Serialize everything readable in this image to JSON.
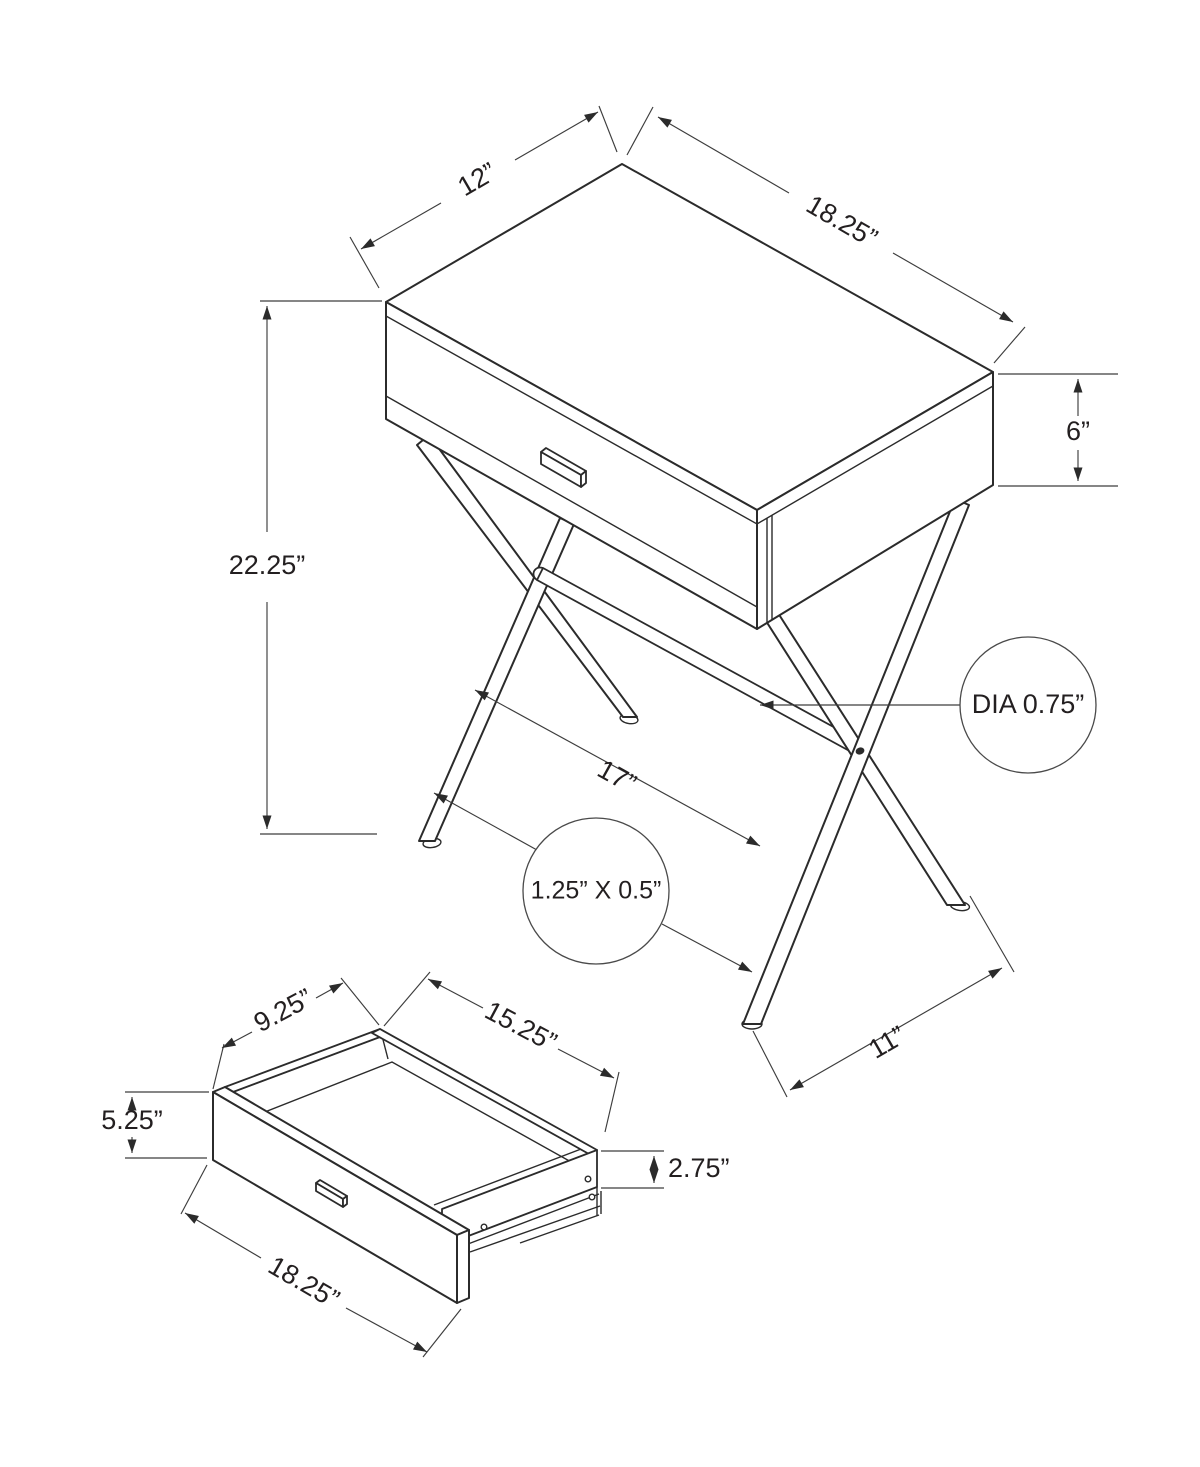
{
  "document": {
    "type": "furniture technical dimension drawing",
    "subject": "accent side table with drawer and X-shaped metal legs",
    "background_color": "#ffffff",
    "line_color": "#2b2b2b",
    "thin_line_color": "#3d3d3d",
    "text_color": "#231f20"
  },
  "main_view": {
    "name": "assembled table isometric view",
    "dimensions": {
      "top_depth": "12”",
      "top_width": "18.25”",
      "cabinet_height": "6”",
      "overall_height": "22.25”",
      "leg_front_span": "17”",
      "leg_side_span": "11”"
    },
    "callouts": {
      "stretcher_diameter": "DIA 0.75”",
      "leg_tube_section": "1.25” X 0.5”"
    }
  },
  "drawer_view": {
    "name": "drawer detail isometric view",
    "dimensions": {
      "inner_depth": "9.25”",
      "inner_width": "15.25”",
      "front_height": "5.25”",
      "side_height": "2.75”",
      "outer_width": "18.25”"
    }
  }
}
